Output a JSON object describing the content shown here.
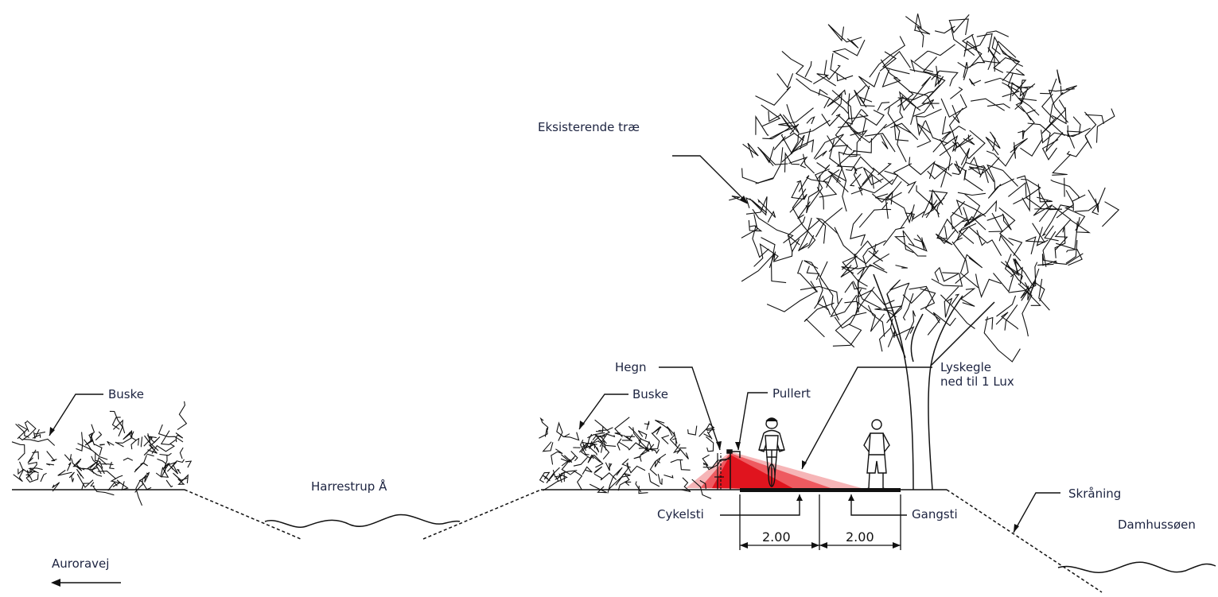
{
  "labels": {
    "eksisterende_trae": "Eksisterende træ",
    "buske_left": "Buske",
    "buske_right": "Buske",
    "hegn": "Hegn",
    "pullert": "Pullert",
    "lyskegle_line1": "Lyskegle",
    "lyskegle_line2": "ned til 1 Lux",
    "harrestrup": "Harrestrup Å",
    "cykelsti": "Cykelsti",
    "gangsti": "Gangsti",
    "skraaning": "Skråning",
    "damhussoeen": "Damhussøen",
    "auroravej": "Auroravej"
  },
  "dimensions": {
    "cykelsti_width": "2.00",
    "gangsti_width": "2.00"
  },
  "colors": {
    "line": "#111111",
    "label_text": "#1c2340",
    "light_cone_core": "#e0141e",
    "light_cone_mid": "#ee5a60",
    "light_cone_outer": "#f6b5b7"
  }
}
